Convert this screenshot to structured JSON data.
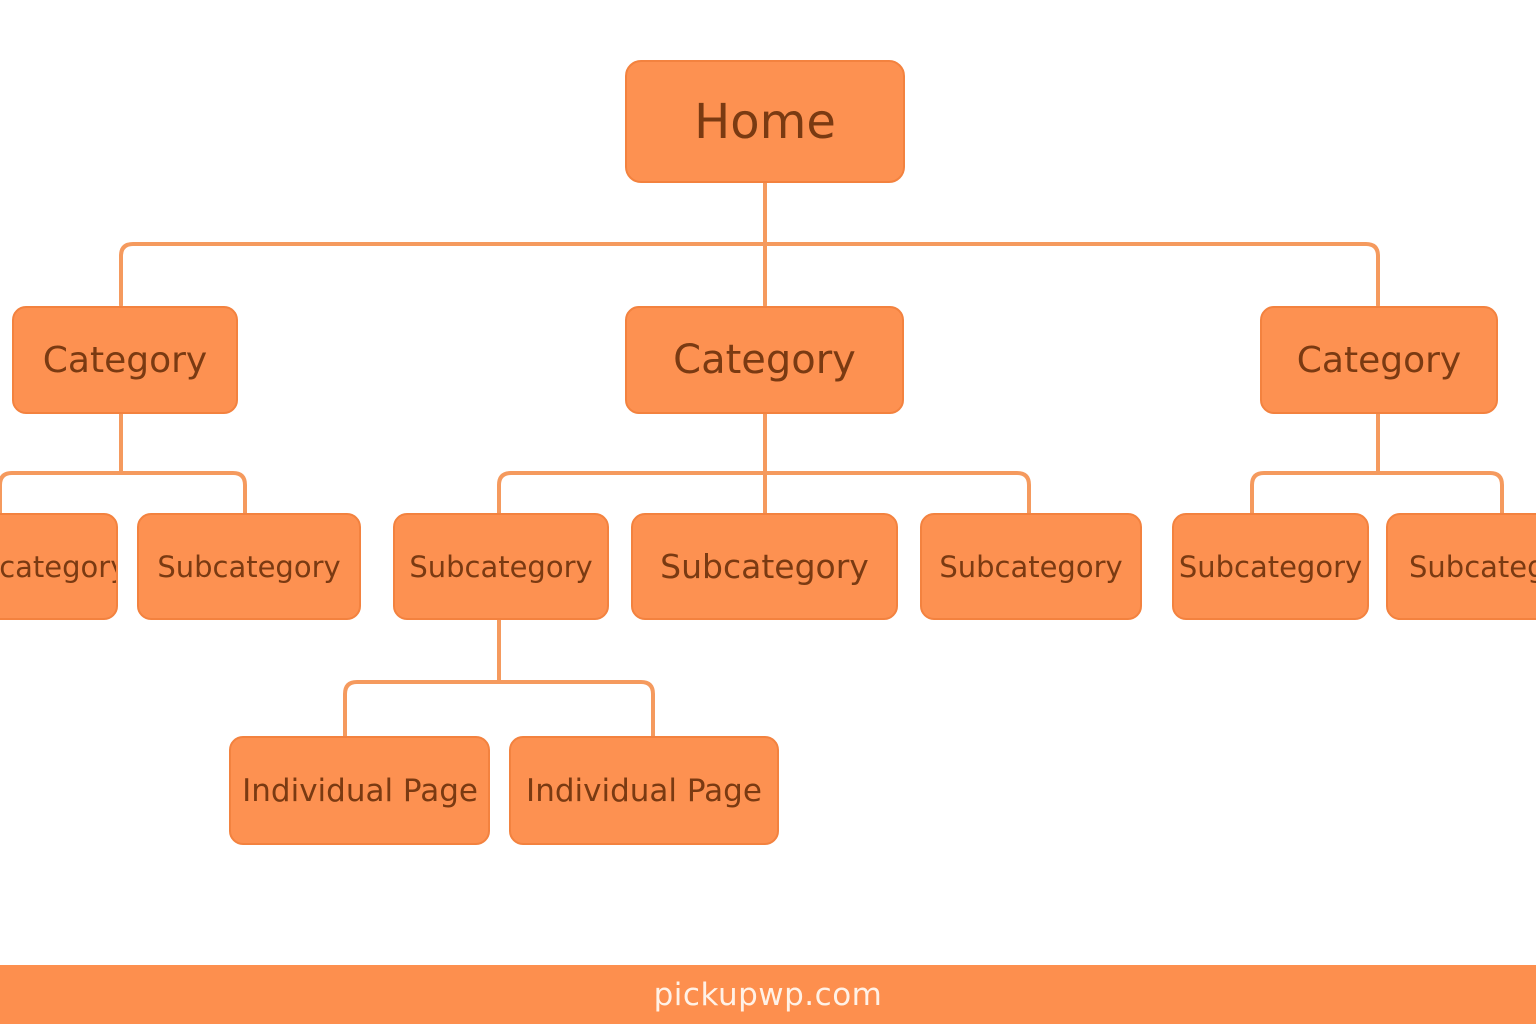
{
  "colors": {
    "node_fill": "#fd9151",
    "node_border": "#f3823f",
    "node_text": "#7a3a12",
    "connector": "#f59a5e",
    "footer_bar": "#fd8f4e",
    "footer_text": "#fff1e6",
    "background": "#ffffff"
  },
  "diagram": {
    "home": {
      "label": "Home"
    },
    "categories": [
      {
        "label": "Category",
        "subcategories": [
          {
            "label": "Subcategory"
          },
          {
            "label": "Subcategory"
          }
        ]
      },
      {
        "label": "Category",
        "subcategories": [
          {
            "label": "Subcategory",
            "pages": [
              {
                "label": "Individual Page"
              },
              {
                "label": "Individual Page"
              }
            ]
          },
          {
            "label": "Subcategory"
          },
          {
            "label": "Subcategory"
          }
        ]
      },
      {
        "label": "Category",
        "subcategories": [
          {
            "label": "Subcategory"
          },
          {
            "label": "Subcategory"
          }
        ]
      }
    ]
  },
  "footer": {
    "site": "pickupwp.com"
  }
}
